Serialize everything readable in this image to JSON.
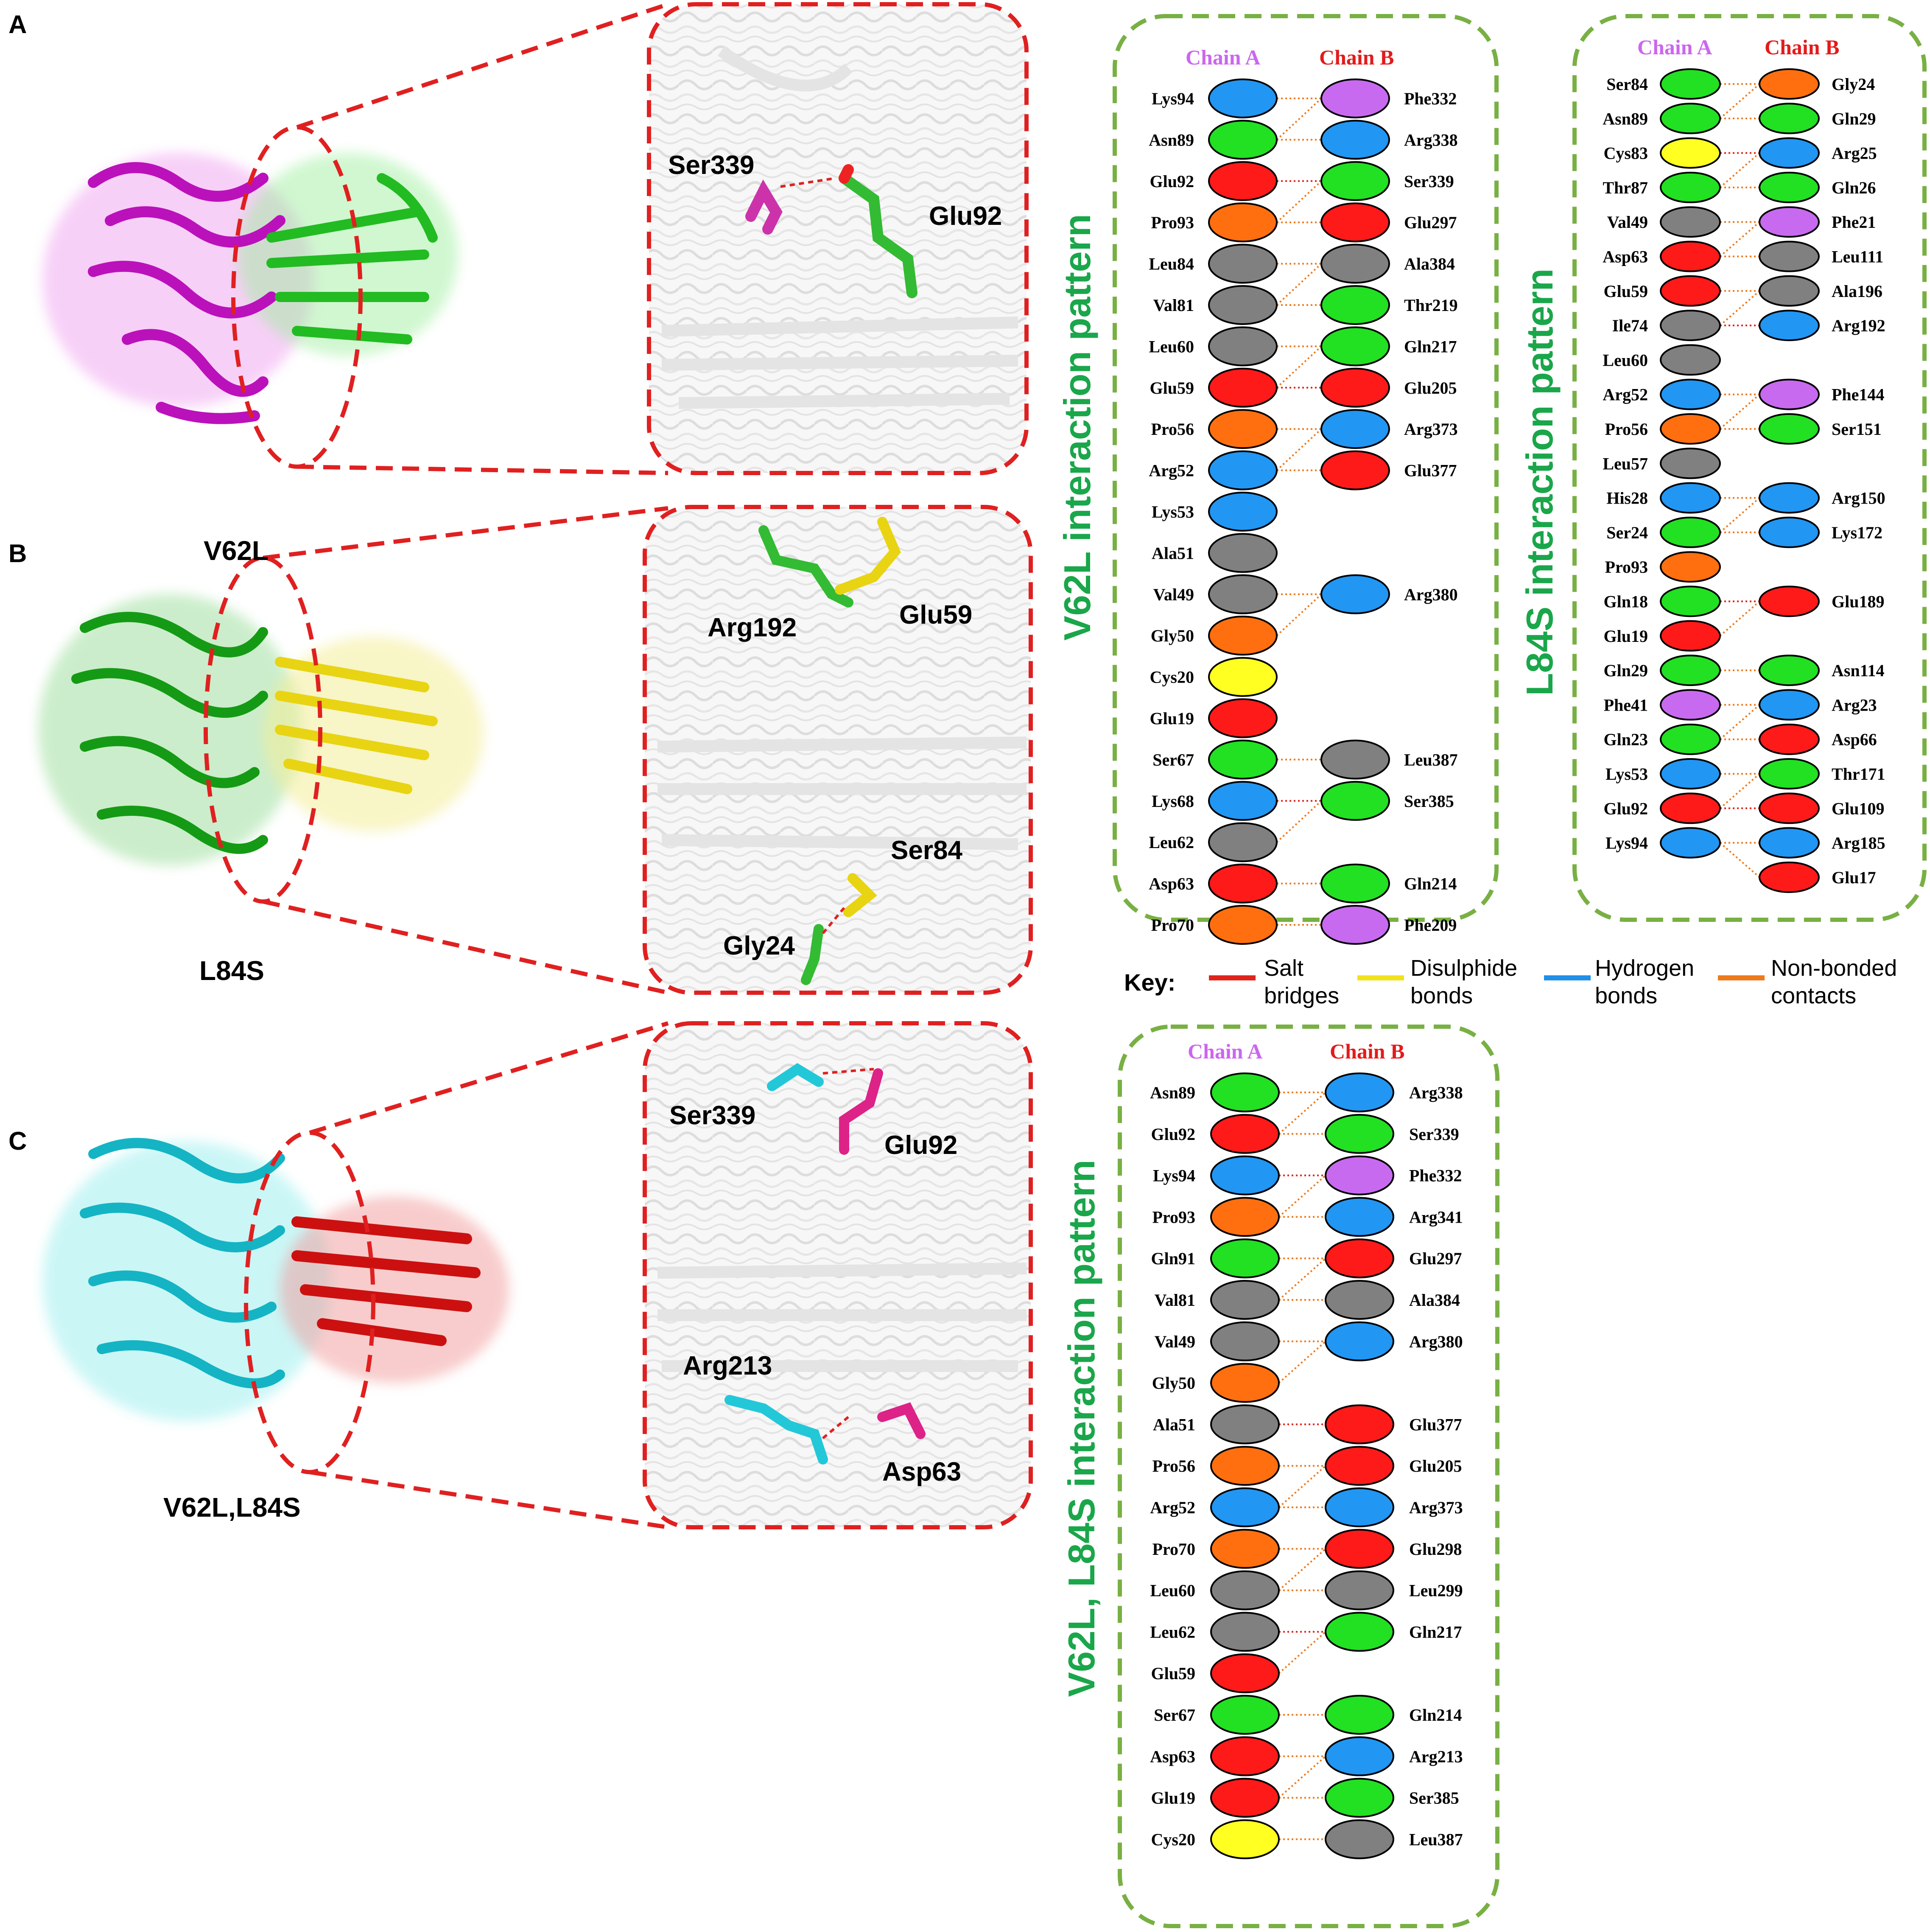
{
  "panels": [
    {
      "letter": "A",
      "mutant": "",
      "residues": [
        "Ser339",
        "Glu92"
      ]
    },
    {
      "letter": "B",
      "mutant": "V62L",
      "residues": [
        "Arg192",
        "Glu59",
        "Ser84",
        "Gly24"
      ]
    },
    {
      "letter": "C",
      "mutant": "V62L,L84S",
      "residues": [
        "Ser339",
        "Glu92",
        "Arg213",
        "Asp63"
      ]
    }
  ],
  "panel_b_bottom_label": "L84S",
  "chain_a_label": "Chain A",
  "chain_b_label": "Chain B",
  "patterns": [
    {
      "title": "V62L interaction pattern",
      "chain_a": [
        "Lys94",
        "Asn89",
        "Glu92",
        "Pro93",
        "Leu84",
        "Val81",
        "Leu60",
        "Glu59",
        "Pro56",
        "Arg52",
        "Lys53",
        "Ala51",
        "Val49",
        "Gly50",
        "Cys20",
        "Glu19",
        "Ser67",
        "Lys68",
        "Leu62",
        "Asp63",
        "Pro70"
      ],
      "chain_b": [
        "Phe332",
        "Arg338",
        "Ser339",
        "Glu297",
        "Ala384",
        "Thr219",
        "Gln217",
        "Glu205",
        "Arg373",
        "Glu377",
        "Arg380",
        "Leu387",
        "Ser385",
        "Gln214",
        "Phe209"
      ]
    },
    {
      "title": "L84S interaction pattern",
      "chain_a": [
        "Ser84",
        "Asn89",
        "Cys83",
        "Thr87",
        "Val49",
        "Asp63",
        "Glu59",
        "Ile74",
        "Leu60",
        "Arg52",
        "Pro56",
        "Leu57",
        "His28",
        "Ser24",
        "Pro93",
        "Gln18",
        "Glu19",
        "Gln29",
        "Phe41",
        "Gln23",
        "Lys53",
        "Glu92",
        "Lys94"
      ],
      "chain_b": [
        "Gly24",
        "Gln29",
        "Arg25",
        "Gln26",
        "Phe21",
        "Leu111",
        "Ala196",
        "Arg192",
        "Phe144",
        "Ser151",
        "Arg150",
        "Lys172",
        "Glu189",
        "Asn114",
        "Arg23",
        "Asp66",
        "Thr171",
        "Glu109",
        "Arg185",
        "Glu17"
      ]
    },
    {
      "title": "V62L, L84S interaction pattern",
      "chain_a": [
        "Asn89",
        "Glu92",
        "Lys94",
        "Pro93",
        "Gln91",
        "Val81",
        "Val49",
        "Gly50",
        "Ala51",
        "Pro56",
        "Arg52",
        "Pro70",
        "Leu60",
        "Leu62",
        "Glu59",
        "Ser67",
        "Asp63",
        "Glu19",
        "Cys20"
      ],
      "chain_b": [
        "Arg338",
        "Ser339",
        "Phe332",
        "Arg341",
        "Glu297",
        "Ala384",
        "Arg380",
        "Glu377",
        "Glu205",
        "Arg373",
        "Glu298",
        "Leu299",
        "Gln217",
        "Gln214",
        "Arg213",
        "Ser385",
        "Leu387"
      ]
    }
  ],
  "key": {
    "title": "Key:",
    "items": [
      {
        "line1": "Salt",
        "line2": "bridges",
        "color": "#e0241b"
      },
      {
        "line1": "Disulphide",
        "line2": "bonds",
        "color": "#f2e21c"
      },
      {
        "line1": "Hydrogen",
        "line2": "bonds",
        "color": "#1f8fe8"
      },
      {
        "line1": "Non-bonded",
        "line2": "contacts",
        "color": "#ee7a1c"
      }
    ]
  },
  "colors": {
    "box_border": "#78b043",
    "zoom_border": "#e02020",
    "chain_a_color": "#cc66ee",
    "chain_b_color": "#e31b1b",
    "residue_fill": {
      "Lys": "#2196f3",
      "Arg": "#2196f3",
      "His": "#2196f3",
      "Asp": "#ff1a1a",
      "Glu": "#ff1a1a",
      "Asn": "#22e022",
      "Gln": "#22e022",
      "Ser": "#22e022",
      "Thr": "#22e022",
      "Pro": "#ff6f10",
      "Gly": "#ff6f10",
      "Cys": "#ffff22",
      "Phe": "#c86af0",
      "Tyr": "#c86af0",
      "Trp": "#c86af0",
      "Leu": "#808080",
      "Ile": "#808080",
      "Val": "#808080",
      "Ala": "#808080",
      "Met": "#808080"
    },
    "panel_a_protein": [
      "#cc22cc",
      "#22cc22"
    ],
    "panel_b_protein": [
      "#22aa22",
      "#eedd22"
    ],
    "panel_c_protein": [
      "#22c8d8",
      "#dd1111"
    ]
  }
}
